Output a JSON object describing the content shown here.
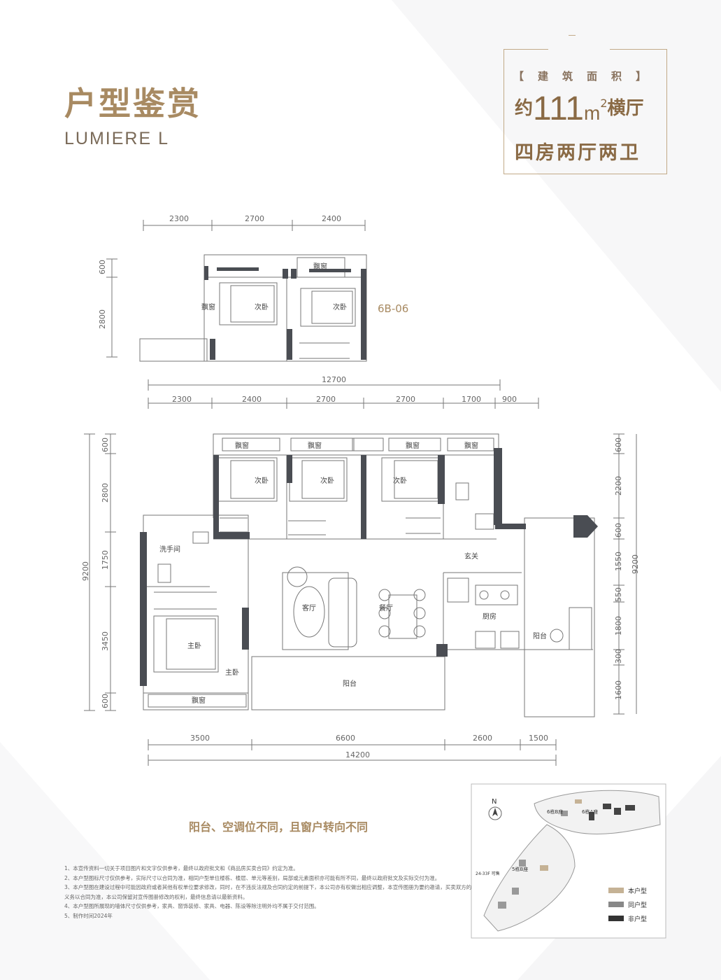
{
  "header": {
    "title": "户型鉴赏",
    "subtitle": "LUMIERE L",
    "area_label": "【建筑面积】",
    "area_prefix": "约",
    "area_value": "111",
    "area_unit": "m",
    "area_unit_sup": "2",
    "area_suffix": "横厅",
    "layout": "四房两厅两卫"
  },
  "plan_top": {
    "dims": [
      "2300",
      "2700",
      "2400"
    ],
    "vdims": [
      "600",
      "2800"
    ],
    "rooms": [
      "飘窗",
      "飘窗",
      "次卧",
      "次卧"
    ],
    "tag": "6B-06"
  },
  "plan_main": {
    "overall_top": "12700",
    "dims_top": [
      "2300",
      "2400",
      "2700",
      "2700",
      "1700",
      "900"
    ],
    "dims_bottom": [
      "3500",
      "6600",
      "2600",
      "1500"
    ],
    "overall_bottom": "14200",
    "vdims_left": [
      "9200",
      "600",
      "2800",
      "1750",
      "3450",
      "600"
    ],
    "vdims_right": [
      "600",
      "2200",
      "600",
      "1550",
      "550",
      "1800",
      "300",
      "1600",
      "9200"
    ],
    "rooms": [
      "飘窗",
      "飘窗",
      "飘窗",
      "飘窗",
      "次卧",
      "次卧",
      "次卧",
      "洗手间",
      "玄关",
      "客厅",
      "餐厅",
      "厨房",
      "阳台",
      "主卧",
      "主卧",
      "阳台",
      "飘窗"
    ]
  },
  "caption": "阳台、空调位不同，且窗户转向不同",
  "notes": [
    "1、本宣传资料一切关于项目图片和文字仅供参考，最终以政府批文和《商品房买卖合同》约定为准。",
    "2、本户型图标尺寸仅供参考，实际尺寸以合同为准，相同户型单位楼栋、楼层、单元等差别，局部或元素面积亦可能有所不同，最终以政府批文及实际交付为准。",
    "3、本户型图在建设过程中可能因政府或者其他有权单位要求修改，同时，在不违反法规及合同约定的前提下，本公司亦有权做出相应调整，本宣传图册为要约邀请，买卖双方的权利",
    "义务以合同为准，本公司保留对宣传图册修改的权利，最终信息请以最新资料。",
    "4、本户型图所展现的墙体尺寸仅供参考，家具、窗饰装修、家具、电器、陈设等除注明外均不属于交付范围。",
    "5、制作时间2024年"
  ],
  "sitemap": {
    "north": "N",
    "labels": [
      "6栋A座",
      "6栋B座",
      "5栋B座",
      "24-33F 可售"
    ],
    "legend": [
      "本户型",
      "同户型",
      "非户型"
    ]
  }
}
